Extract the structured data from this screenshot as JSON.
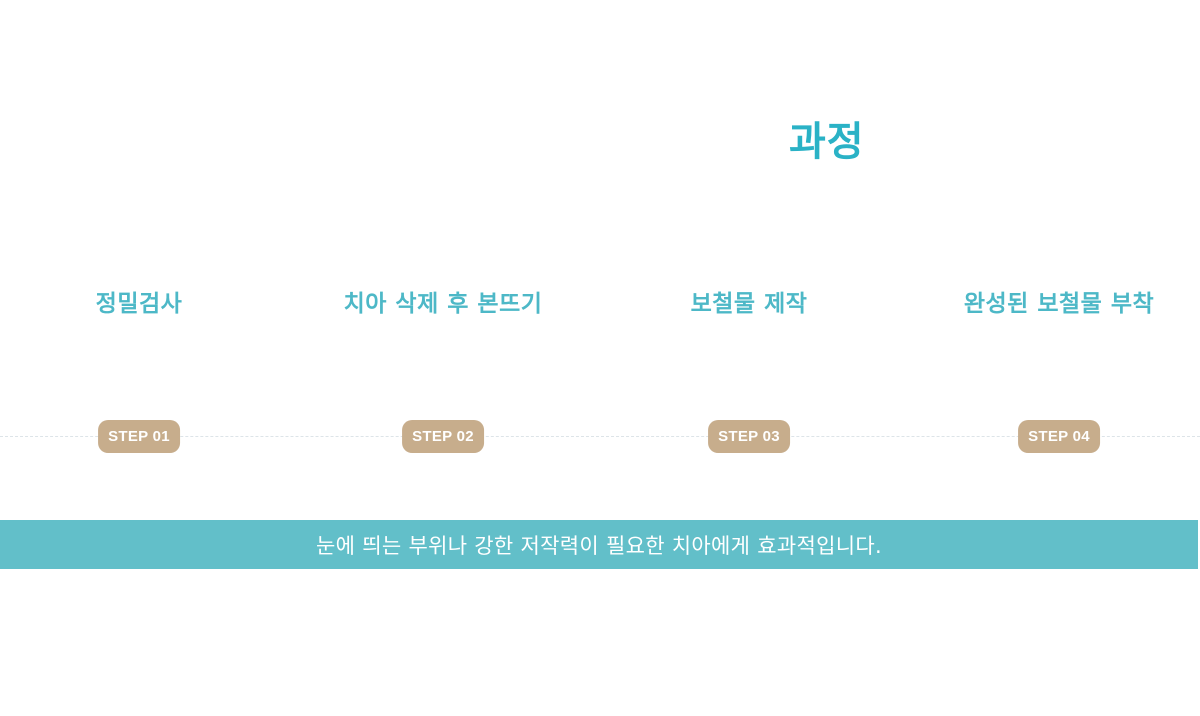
{
  "header": {
    "title": "과정"
  },
  "steps": [
    {
      "title": "정밀검사",
      "badge": "STEP 01"
    },
    {
      "title": "치아 삭제 후 본뜨기",
      "badge": "STEP 02"
    },
    {
      "title": "보철물 제작",
      "badge": "STEP 03"
    },
    {
      "title": "완성된 보철물 부착",
      "badge": "STEP 04"
    }
  ],
  "banner": {
    "text": "눈에 띄는 부위나 강한 저작력이 필요한 치아에게 효과적입니다."
  },
  "colors": {
    "accent": "#2ab2c6",
    "step_title": "#4db8c7",
    "badge_bg": "#c7ad8c",
    "banner_bg": "#62bfc9",
    "timeline": "#dde4e8"
  }
}
